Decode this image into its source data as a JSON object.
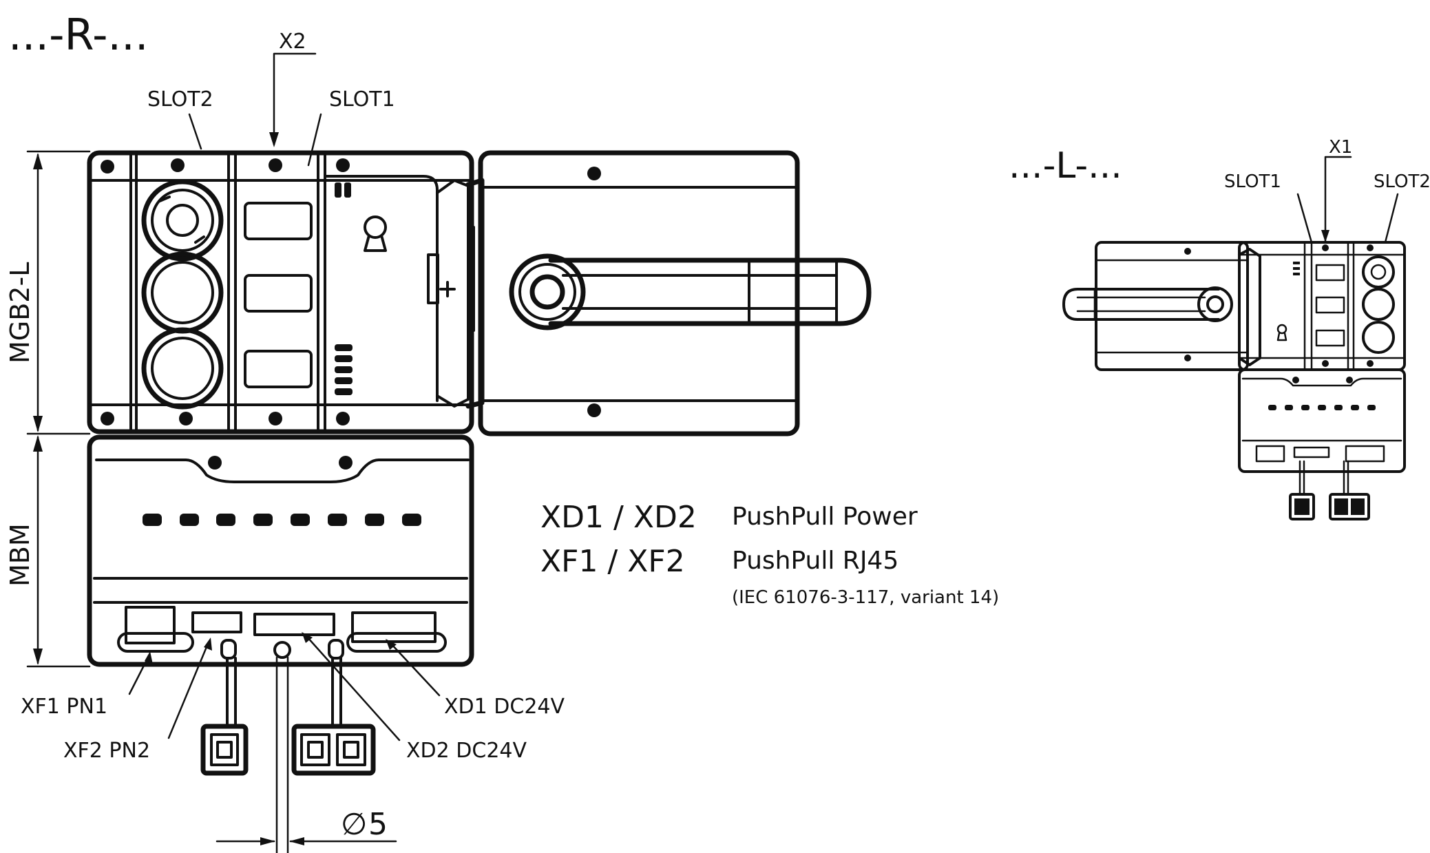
{
  "right_view": {
    "title": "...-R-...",
    "x2_label": "X2",
    "slot2_label": "SLOT2",
    "slot1_label": "SLOT1",
    "dim_mgb2": "MGB2-L",
    "dim_mbm": "MBM",
    "xf1_label": "XF1 PN1",
    "xf2_label": "XF2 PN2",
    "xd1_label": "XD1 DC24V",
    "xd2_label": "XD2 DC24V",
    "diameter_symbol": "∅",
    "diameter_value": "5"
  },
  "legend": {
    "row1_code": "XD1 / XD2",
    "row1_desc": "PushPull Power",
    "row2_code": "XF1 / XF2",
    "row2_desc": "PushPull RJ45",
    "row2_note": "(IEC 61076-3-117, variant 14)"
  },
  "left_view": {
    "title": "...-L-...",
    "x1_label": "X1",
    "slot1_label": "SLOT1",
    "slot2_label": "SLOT2"
  }
}
